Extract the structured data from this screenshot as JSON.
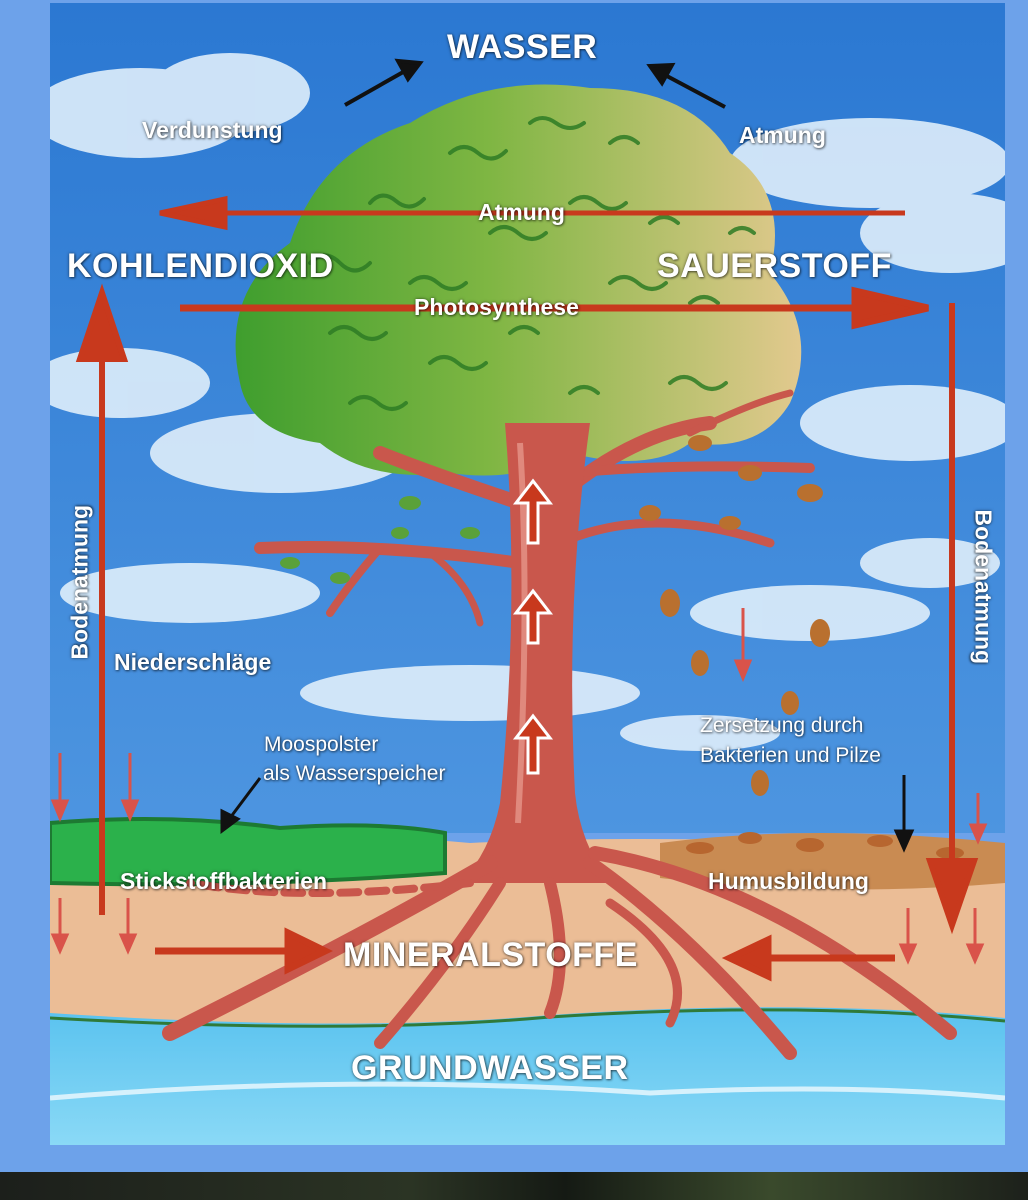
{
  "labels": {
    "wasser": "WASSER",
    "verdunstung": "Verdunstung",
    "atmung_top": "Atmung",
    "atmung_mid": "Atmung",
    "kohlendioxid": "KOHLENDIOXID",
    "sauerstoff": "SAUERSTOFF",
    "photosynthese": "Photosynthese",
    "bodenatmung_left": "Bodenatmung",
    "bodenatmung_right": "Bodenatmung",
    "niederschlaege": "Niederschläge",
    "moospolster_1": "Moospolster",
    "moospolster_2": "als Wasserspeicher",
    "zersetzung_1": "Zersetzung durch",
    "zersetzung_2": "Bakterien und Pilze",
    "stickstoffbakterien": "Stickstoffbakterien",
    "humusbildung": "Humusbildung",
    "mineralstoffe": "MINERALSTOFFE",
    "grundwasser": "GRUNDWASSER"
  },
  "colors": {
    "sky": "#2f7fd6",
    "arrow_red": "#c8391d",
    "soil": "#e9b992",
    "groundwater": "#5ec3ee",
    "moss": "#2fb04a",
    "tree_trunk": "#c9574c"
  }
}
